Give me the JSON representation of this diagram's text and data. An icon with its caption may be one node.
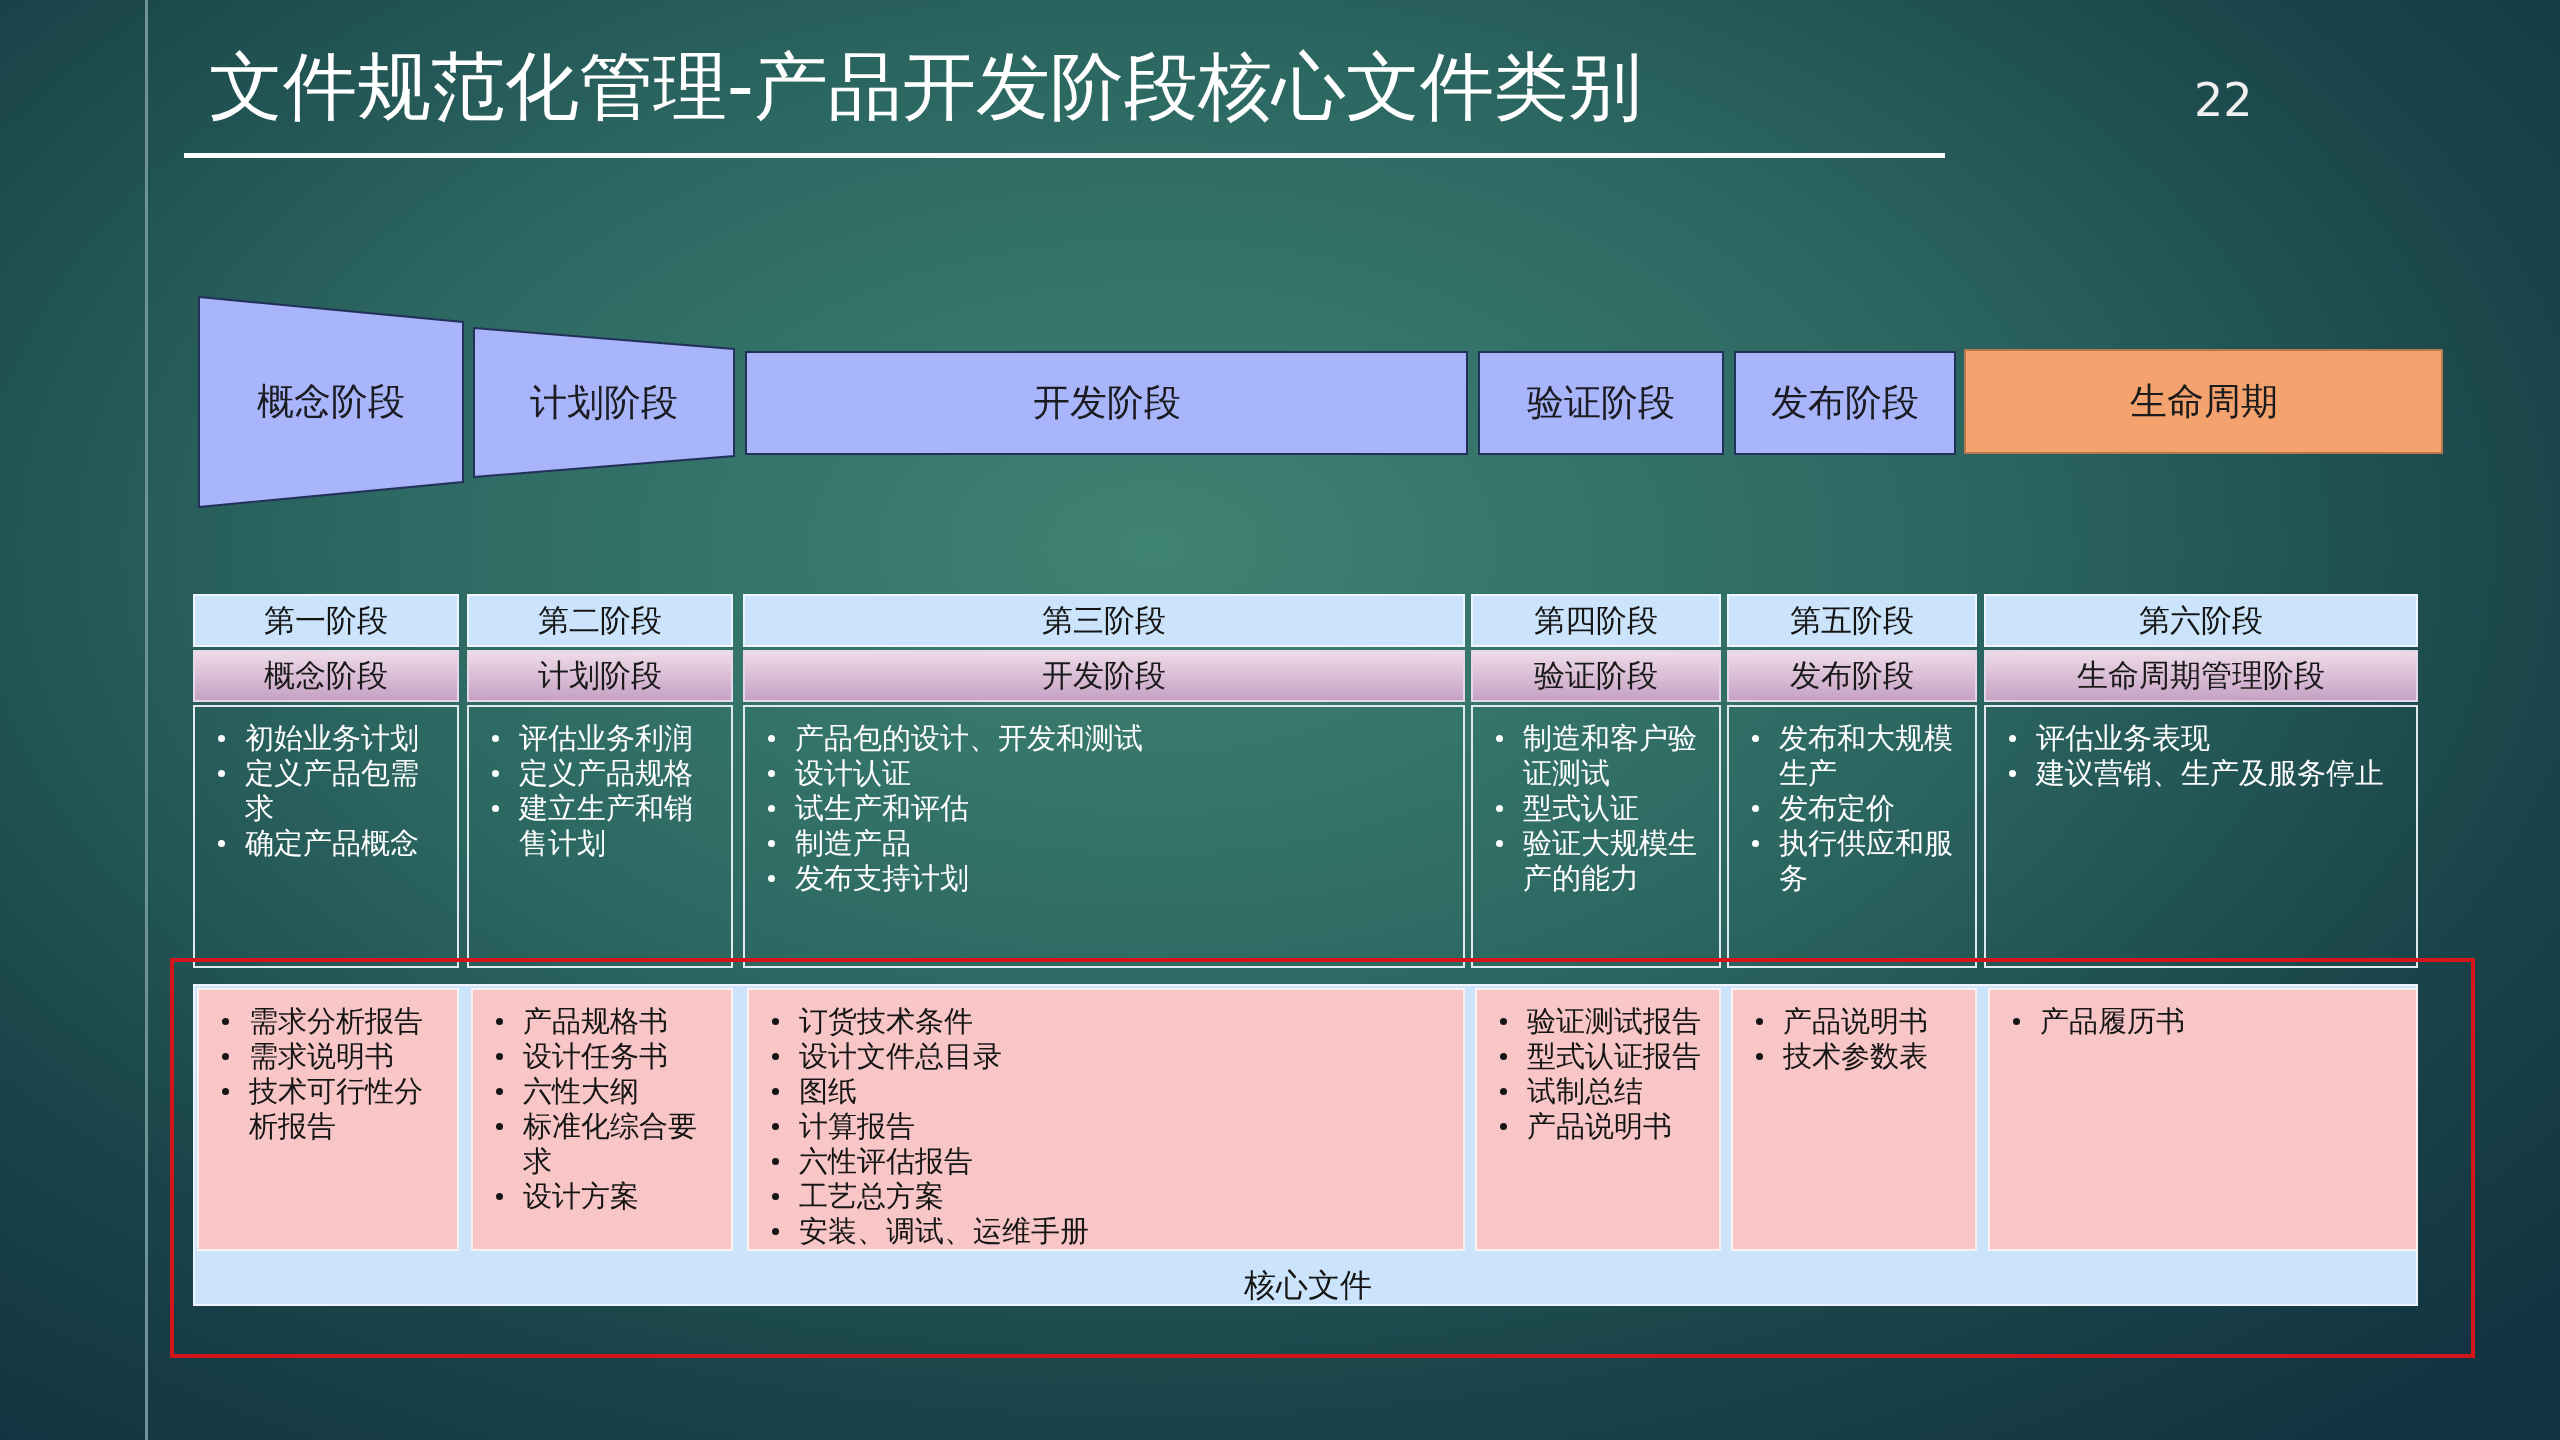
{
  "diagram": {
    "title": "文件规范化管理-产品开发阶段核心文件类别",
    "nodes": [
      {
        "text": [
          "概念阶段"
        ]
      },
      {
        "text": [
          "计划阶段"
        ]
      },
      {
        "text": [
          "开发阶段"
        ]
      },
      {
        "text": [
          "验证阶段"
        ]
      },
      {
        "text": [
          "发布阶段"
        ]
      },
      {
        "text": [
          "生命周期"
        ]
      },
      {
        "text": [
          "第一阶段"
        ]
      },
      {
        "text": [
          "第二阶段"
        ]
      },
      {
        "text": [
          "第三阶段"
        ]
      },
      {
        "text": [
          "第四阶段"
        ]
      },
      {
        "text": [
          "第五阶段"
        ]
      },
      {
        "text": [
          "第六阶段"
        ]
      },
      {
        "text": [
          "概念阶段"
        ]
      },
      {
        "text": [
          "计划阶段"
        ]
      },
      {
        "text": [
          "开发阶段"
        ]
      },
      {
        "text": [
          "验证阶段"
        ]
      },
      {
        "text": [
          "发布阶段"
        ]
      },
      {
        "text": [
          "生命周期管理阶段"
        ]
      },
      {
        "text": [
          "初始业务计划",
          "定义产品包需求",
          "确定产品概念"
        ]
      },
      {
        "text": [
          "评估业务利润",
          "定义产品规格",
          "建立生产和销售计划"
        ]
      },
      {
        "text": [
          "产品包的设计、开发和测试",
          "设计认证",
          "试生产和评估",
          "制造产品",
          "发布支持计划"
        ]
      },
      {
        "text": [
          "制造和客户验证测试",
          "型式认证",
          "验证大规模生产的能力"
        ]
      },
      {
        "text": [
          "发布和大规模生产",
          "发布定价",
          "执行供应和服务"
        ]
      },
      {
        "text": [
          "评估业务表现",
          "建议营销、生产及服务停止"
        ]
      },
      {
        "text": [
          "核心文件"
        ]
      },
      {
        "text": [
          "需求分析报告",
          "需求说明书",
          "技术可行性分析报告"
        ],
        "in": 24
      },
      {
        "text": [
          "产品规格书",
          "设计任务书",
          "六性大纲",
          "标准化综合要求",
          "设计方案"
        ],
        "in": 24
      },
      {
        "text": [
          "订货技术条件",
          "设计文件总目录",
          "图纸",
          "计算报告",
          "六性评估报告",
          "工艺总方案",
          "安装、调试、运维手册"
        ],
        "in": 24
      },
      {
        "text": [
          "验证测试报告",
          "型式认证报告",
          "试制总结",
          "产品说明书"
        ],
        "in": 24
      },
      {
        "text": [
          "产品说明书",
          "技术参数表"
        ],
        "in": 24
      },
      {
        "text": [
          "产品履历书"
        ],
        "in": 24
      }
    ],
    "labels": [
      "22"
    ]
  }
}
